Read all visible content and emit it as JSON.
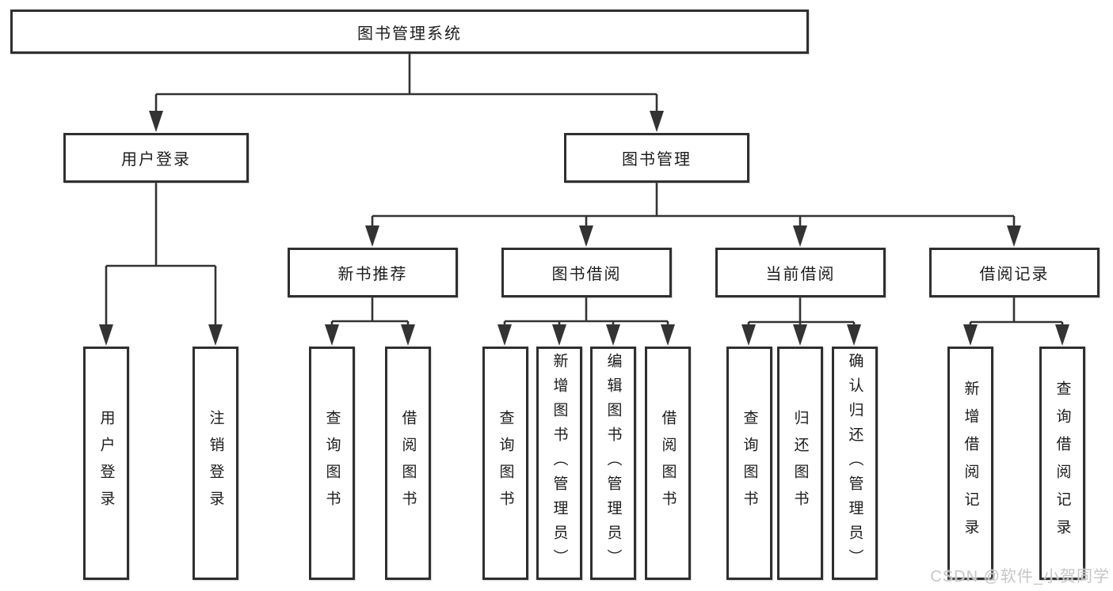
{
  "diagram": {
    "type": "tree",
    "root": {
      "label": "图书管理系统"
    },
    "level2": [
      {
        "label": "用户登录"
      },
      {
        "label": "图书管理"
      }
    ],
    "level3": [
      {
        "label": "新书推荐",
        "parent": "图书管理"
      },
      {
        "label": "图书借阅",
        "parent": "图书管理"
      },
      {
        "label": "当前借阅",
        "parent": "图书管理"
      },
      {
        "label": "借阅记录",
        "parent": "图书管理"
      }
    ],
    "leaves": [
      {
        "label": "用户登录",
        "parent": "用户登录"
      },
      {
        "label": "注销登录",
        "parent": "用户登录"
      },
      {
        "label": "查询图书",
        "parent": "新书推荐"
      },
      {
        "label": "借阅图书",
        "parent": "新书推荐"
      },
      {
        "label": "查询图书",
        "parent": "图书借阅"
      },
      {
        "label": "新增图书（管理员）",
        "parent": "图书借阅"
      },
      {
        "label": "编辑图书（管理员）",
        "parent": "图书借阅"
      },
      {
        "label": "借阅图书",
        "parent": "图书借阅"
      },
      {
        "label": "查询图书",
        "parent": "当前借阅"
      },
      {
        "label": "归还图书",
        "parent": "当前借阅"
      },
      {
        "label": "确认归还（管理员）",
        "parent": "当前借阅"
      },
      {
        "label": "新增借阅记录",
        "parent": "借阅记录"
      },
      {
        "label": "查询借阅记录",
        "parent": "借阅记录"
      }
    ]
  },
  "watermark": "CSDN @软件_小贺同学",
  "colors": {
    "line": "#333333",
    "box_border": "#2f2f2f",
    "text": "#1c1c1c",
    "background": "#ffffff",
    "watermark": "#c6c6c6"
  }
}
